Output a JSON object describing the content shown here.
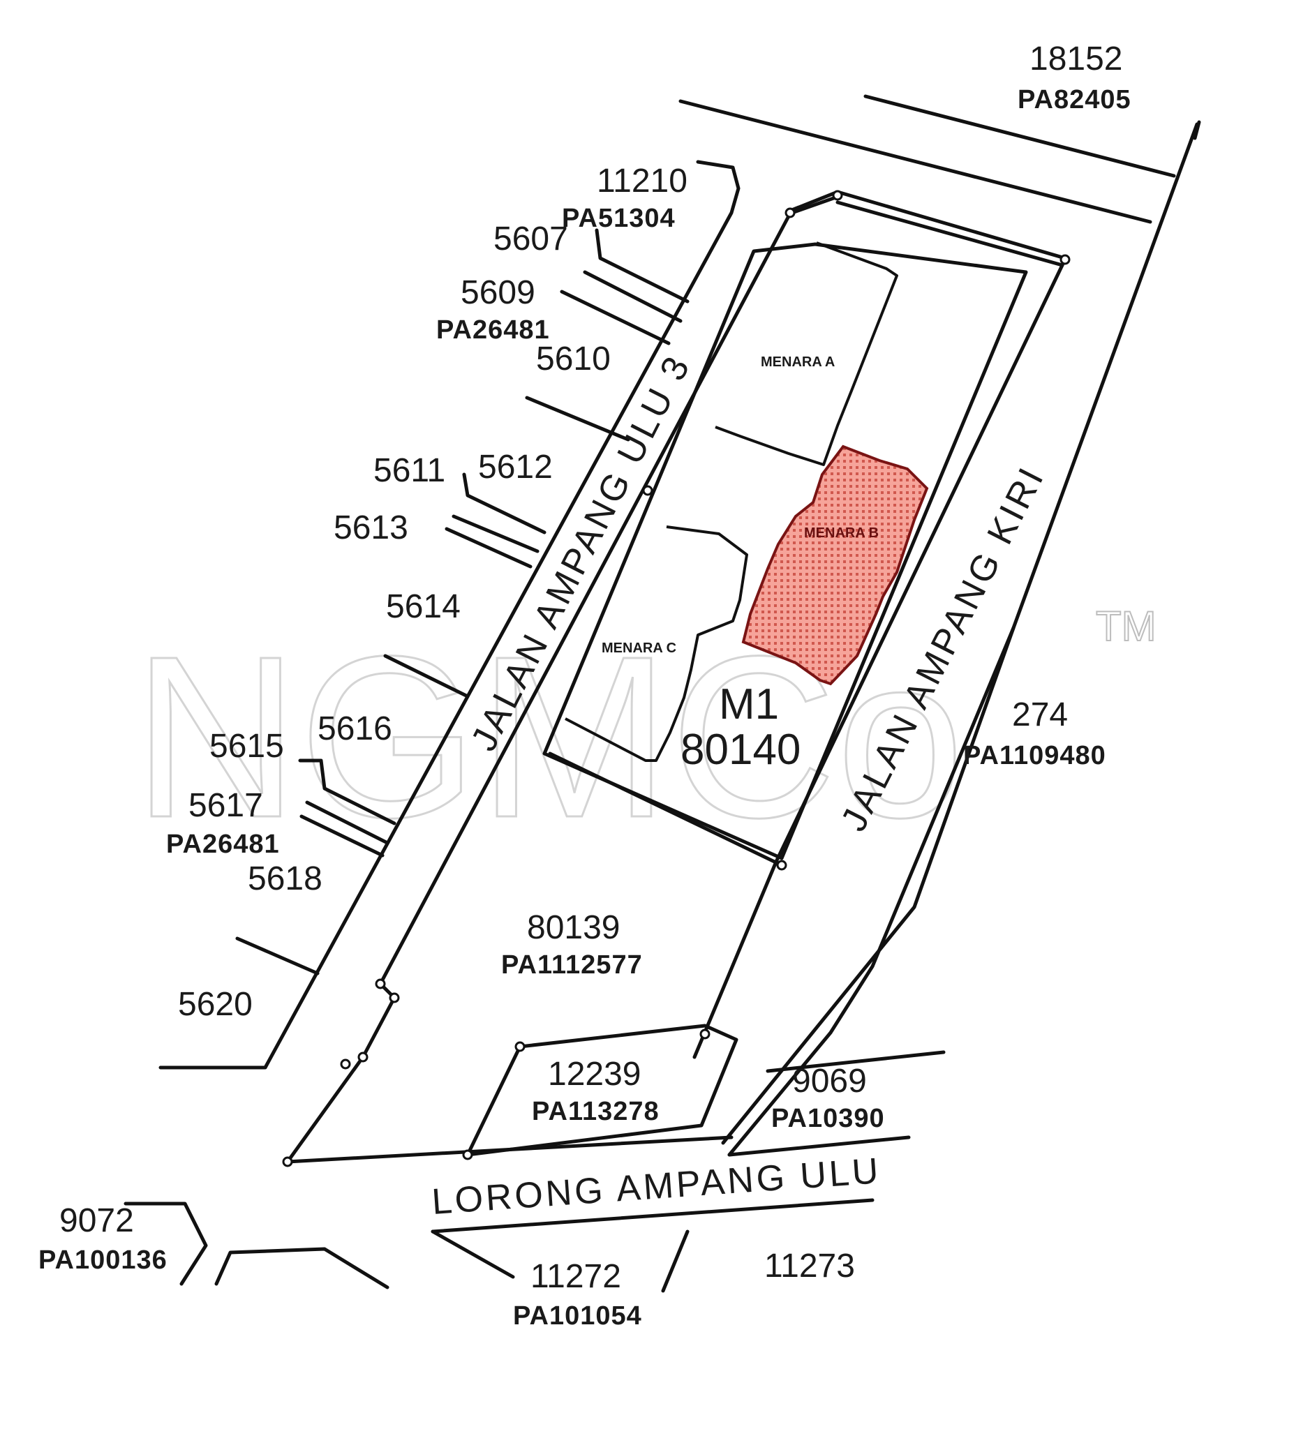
{
  "map": {
    "type": "cadastral-lot-plan",
    "highlight_color": "#f08a80",
    "highlight_stroke": "#7a1414",
    "watermark": {
      "text": "NGMCo",
      "tm": "TM",
      "color": "#d4d4d4"
    }
  },
  "roads": {
    "jalan_ampang_ulu_3": "JALAN AMPANG ULU 3",
    "jalan_ampang_kiri": "JALAN AMPANG KIRI",
    "lorong_ampang_ulu": "LORONG AMPANG ULU"
  },
  "main_lot": {
    "code": "M1",
    "number": "80140"
  },
  "buildings": {
    "menara_a": "MENARA A",
    "menara_b": "MENARA B",
    "menara_c": "MENARA C"
  },
  "lots": {
    "l18152": {
      "number": "18152",
      "pa": "PA82405"
    },
    "l11210": {
      "number": "11210",
      "pa": "PA51304"
    },
    "l5607": {
      "number": "5607"
    },
    "l5609": {
      "number": "5609",
      "pa": "PA26481"
    },
    "l5610": {
      "number": "5610"
    },
    "l5611": {
      "number": "5611"
    },
    "l5612": {
      "number": "5612"
    },
    "l5613": {
      "number": "5613"
    },
    "l5614": {
      "number": "5614"
    },
    "l5615": {
      "number": "5615"
    },
    "l5616": {
      "number": "5616"
    },
    "l5617": {
      "number": "5617",
      "pa": "PA26481"
    },
    "l5618": {
      "number": "5618"
    },
    "l5620": {
      "number": "5620"
    },
    "l274": {
      "number": "274",
      "pa": "PA1109480"
    },
    "l80139": {
      "number": "80139",
      "pa": "PA1112577"
    },
    "l12239": {
      "number": "12239",
      "pa": "PA113278"
    },
    "l9069": {
      "number": "9069",
      "pa": "PA10390"
    },
    "l9072": {
      "number": "9072",
      "pa": "PA100136"
    },
    "l11272": {
      "number": "11272",
      "pa": "PA101054"
    },
    "l11273": {
      "number": "11273"
    }
  }
}
